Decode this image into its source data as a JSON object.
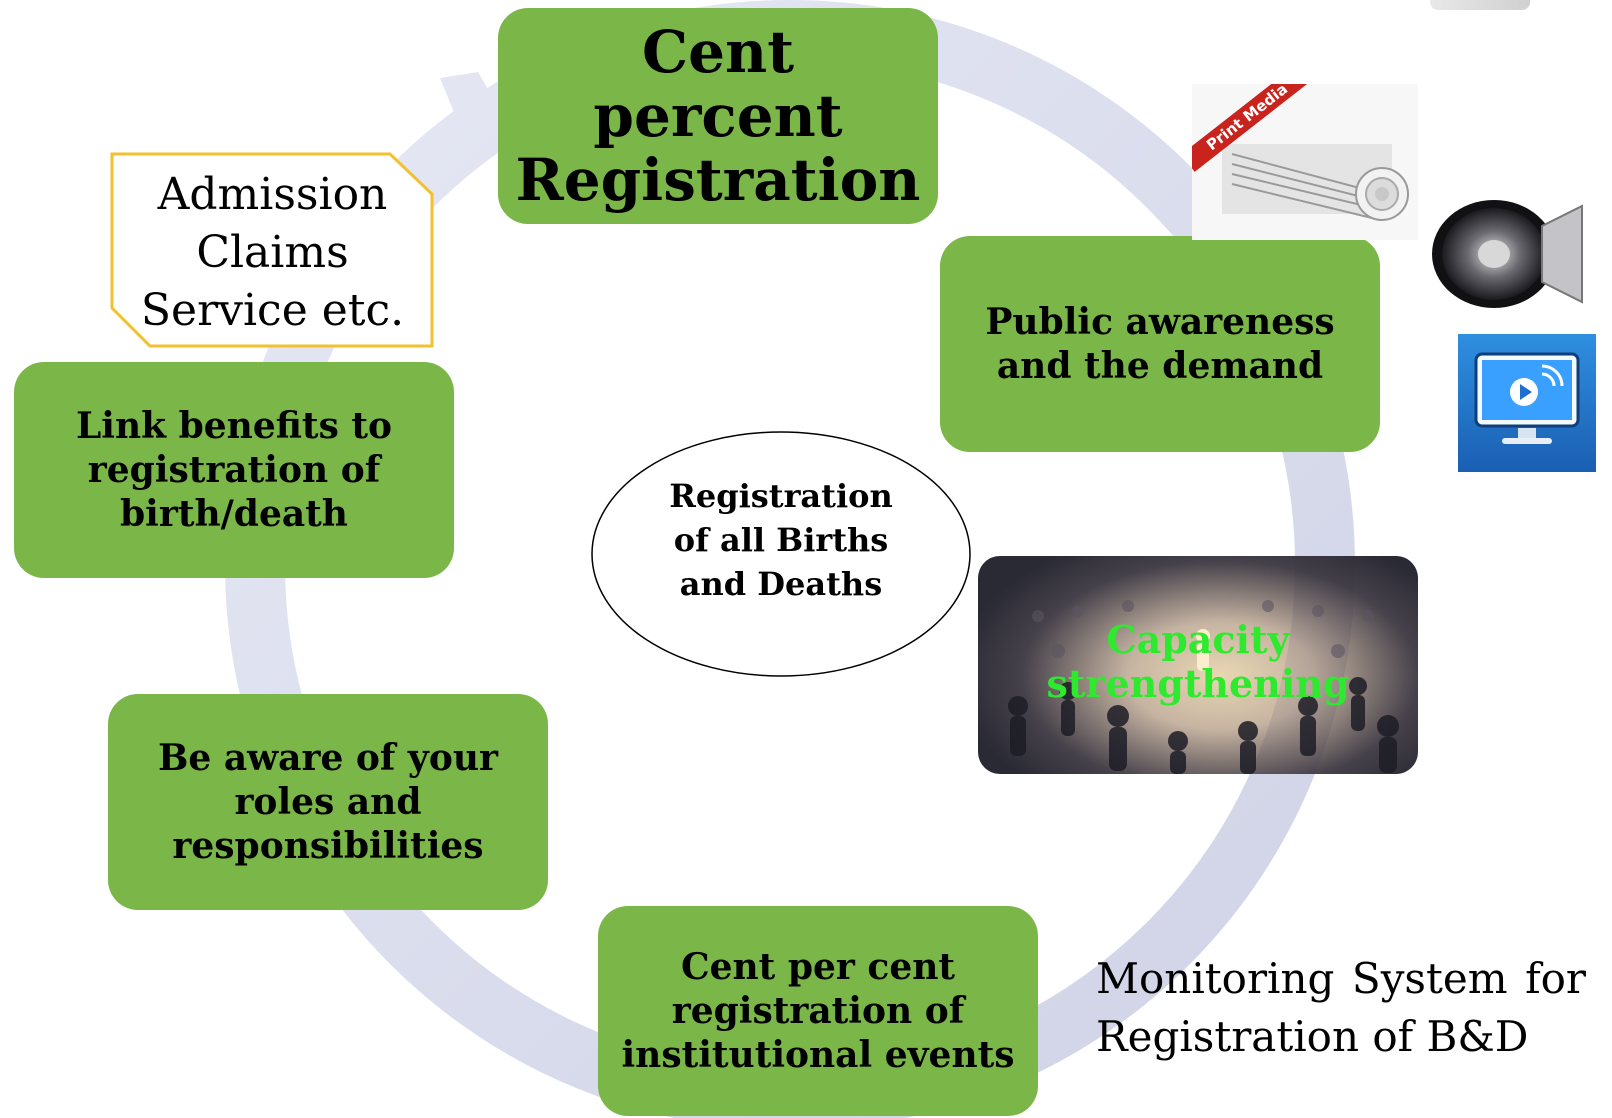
{
  "cycle": {
    "top_box": "Cent percent\nRegistration",
    "right_box": "Public awareness\nand the demand",
    "left_upper_box": "Link benefits to\nregistration of\nbirth/death",
    "left_lower_box": "Be aware of your\nroles and\nresponsibilities",
    "bottom_box": "Cent per cent\nregistration of\ninstitutional events"
  },
  "callout": {
    "text": "Admission\nClaims\nService etc."
  },
  "center": {
    "text": "Registration\nof all Births\nand Deaths"
  },
  "capacity": {
    "label": "Capacity\nstrengthening"
  },
  "monitoring": {
    "text": "Monitoring System for Registration of B&D"
  },
  "media": {
    "print_media_banner": "Print Media"
  },
  "colors": {
    "box_fill": "#7ab648",
    "ring": "#dde0ef",
    "callout_border": "#f2c12e",
    "capacity_label": "#2eea2e"
  },
  "icons": [
    "print-media-image",
    "speaker-icon",
    "monitor-play-icon"
  ]
}
